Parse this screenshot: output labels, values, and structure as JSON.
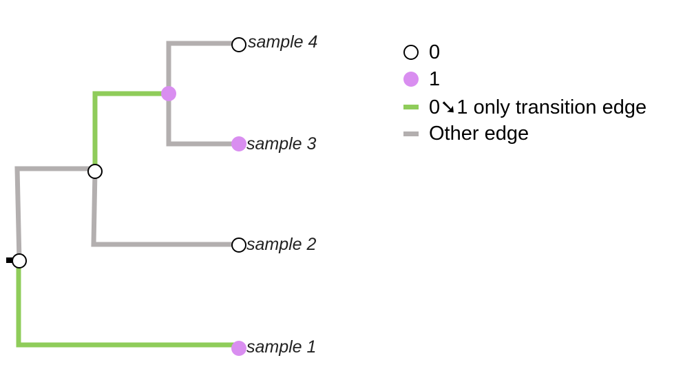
{
  "tree": {
    "tips": [
      {
        "id": "s4",
        "label": "sample 4",
        "state": "0"
      },
      {
        "id": "s3",
        "label": "sample 3",
        "state": "1"
      },
      {
        "id": "s2",
        "label": "sample 2",
        "state": "0"
      },
      {
        "id": "s1",
        "label": "sample 1",
        "state": "1"
      }
    ],
    "internal_nodes": [
      {
        "id": "root",
        "state": "0"
      },
      {
        "id": "n_upper",
        "state": "0"
      },
      {
        "id": "n_top",
        "state": "1"
      }
    ],
    "edges": [
      {
        "id": "root-n_upper",
        "from": "root",
        "to": "n_upper",
        "type": "other"
      },
      {
        "id": "root-s1",
        "from": "root",
        "to": "s1",
        "type": "transition"
      },
      {
        "id": "n_upper-n_top",
        "from": "n_upper",
        "to": "n_top",
        "type": "transition"
      },
      {
        "id": "n_upper-s2",
        "from": "n_upper",
        "to": "s2",
        "type": "other"
      },
      {
        "id": "n_top-s4",
        "from": "n_top",
        "to": "s4",
        "type": "other"
      },
      {
        "id": "n_top-s3",
        "from": "n_top",
        "to": "s3",
        "type": "other"
      }
    ]
  },
  "legend": {
    "state_0_label": "0",
    "state_1_label": "1",
    "transition_edge_label": "0➘1 only transition edge",
    "other_edge_label": "Other edge"
  },
  "colors": {
    "state_0_fill": "#ffffff",
    "state_1_fill": "#d98ef0",
    "transition_edge": "#8fcc5a",
    "other_edge": "#b3afaf",
    "node_stroke": "#000000"
  }
}
